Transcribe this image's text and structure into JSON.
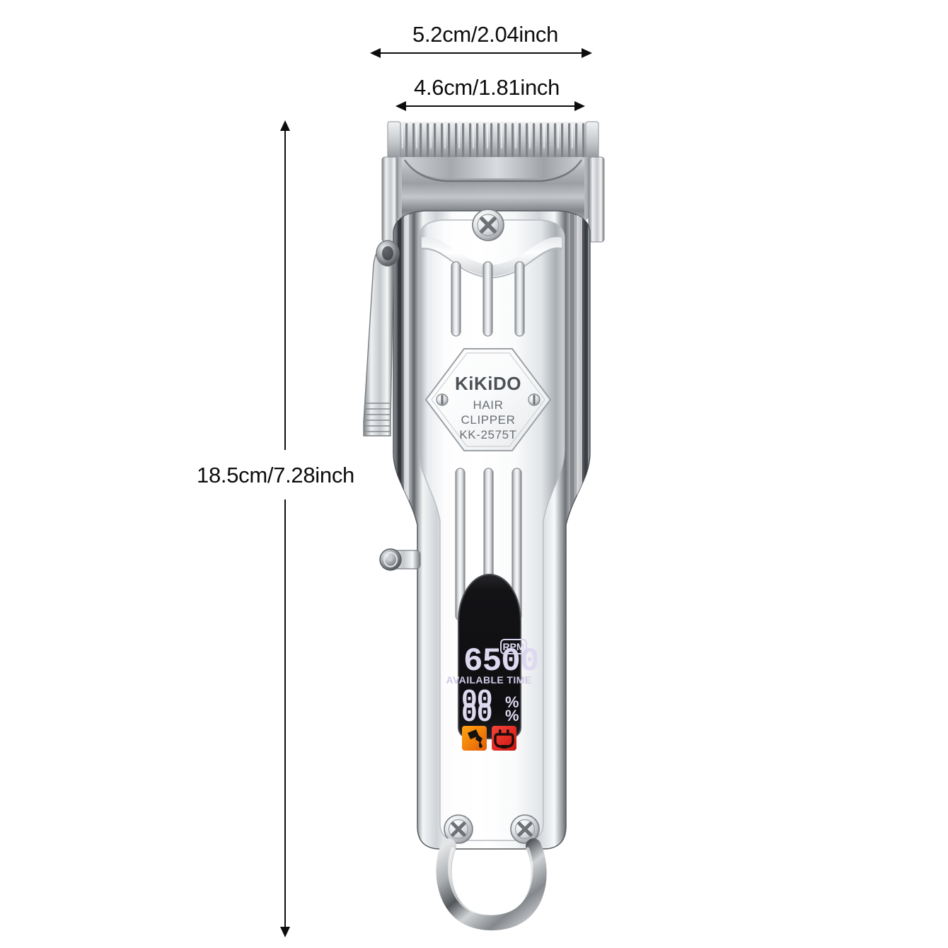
{
  "background_color": "#ffffff",
  "dimensions": {
    "width_outer": {
      "label": "5.2cm/2.04inch",
      "name": "overall-width"
    },
    "width_inner": {
      "label": "4.6cm/1.81inch",
      "name": "blade-width"
    },
    "height": {
      "label": "18.5cm/7.28inch",
      "name": "overall-height"
    }
  },
  "product": {
    "type": "hair-clipper",
    "finish": "chrome-silver",
    "badge": {
      "brand": "KiKiDO",
      "line1": "HAIR",
      "line2": "CLIPPER",
      "model": "KK-2575T"
    },
    "display": {
      "rpm_value": "6500",
      "rpm_unit": "RPM",
      "available_time_label": "AVAILABLE TIME",
      "percent_value": "00",
      "percent_unit": "%",
      "percent_value_secondary": "00",
      "percent_unit_secondary": "%",
      "screen_color": "#1b1b1d",
      "segment_color": "#e8e4f5",
      "icons": [
        {
          "name": "oil-lubrication-icon",
          "color": "#f08a12"
        },
        {
          "name": "power-plug-icon",
          "color": "#e8332a"
        }
      ]
    },
    "parts": {
      "blade_teeth_count": 28,
      "top_screw": "phillips",
      "bottom_screws": "phillips",
      "hanging_ring": "chrome-loop",
      "taper_lever": "left-side-lever",
      "side_button": "round-side-button",
      "upper_slots": 3,
      "lower_slots": 3
    }
  }
}
